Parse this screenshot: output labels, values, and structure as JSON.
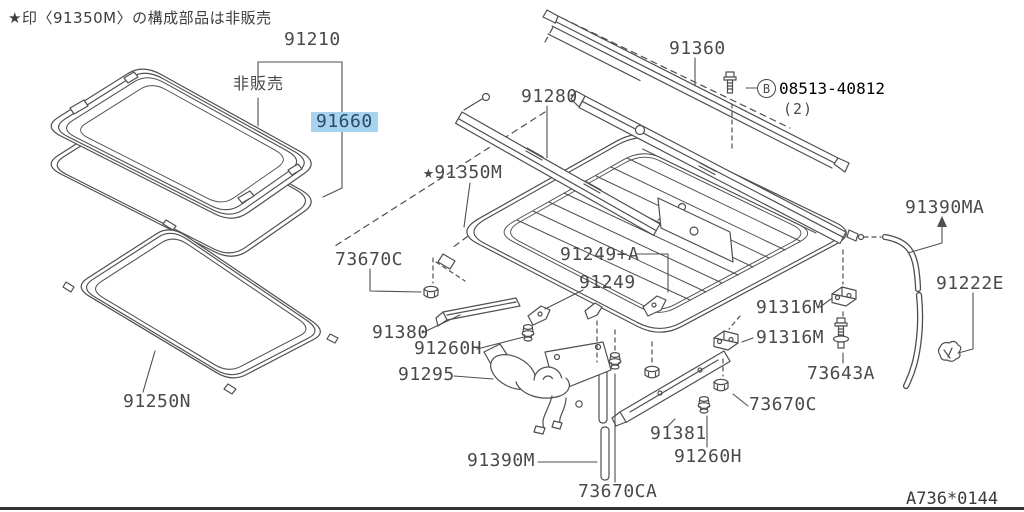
{
  "note": {
    "text": "★印〈91350M〉の構成部品は非販売"
  },
  "footer": {
    "code": "A736*0144"
  },
  "colors": {
    "line": "#4f4f4f",
    "label": "#4a4a4a",
    "highlight_bg": "#a6d3ed",
    "highlight_text": "#2b4a63"
  },
  "parts": {
    "p91210": "91210",
    "not_for_sale": "非販売",
    "p91660": "91660",
    "p91280": "91280",
    "p91360": "91360",
    "bolt_ref": {
      "circle": "B",
      "number": "08513-40812",
      "qty": "(2)"
    },
    "p91350M": "★91350M",
    "p91390MA": "91390MA",
    "p73670C_left": "73670C",
    "p91249A": "91249+A",
    "p91249": "91249",
    "p91380": "91380",
    "p91260H_upper": "91260H",
    "p91295": "91295",
    "p91316M_upper": "91316M",
    "p91316M_lower": "91316M",
    "p73643A": "73643A",
    "p91222E": "91222E",
    "p91250N": "91250N",
    "p73670C_right": "73670C",
    "p91381": "91381",
    "p91260H_lower": "91260H",
    "p91390M": "91390M",
    "p73670CA": "73670CA"
  }
}
